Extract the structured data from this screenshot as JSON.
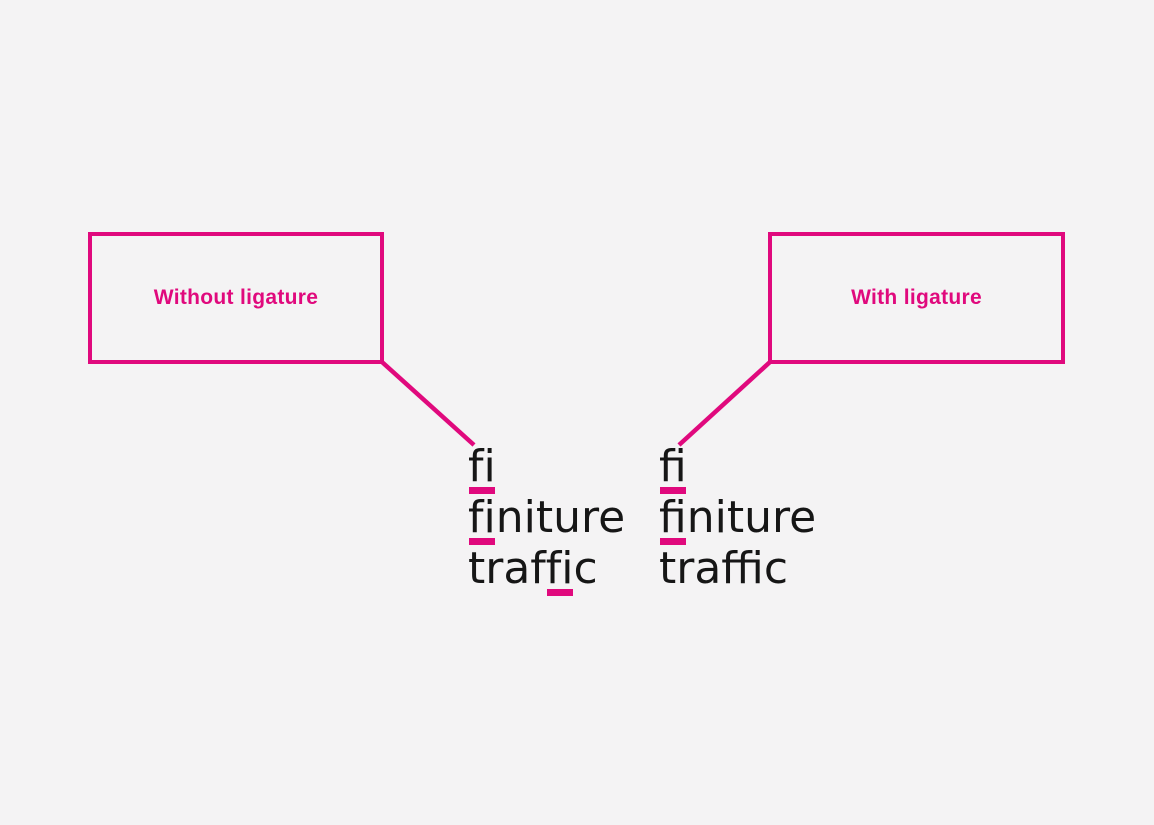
{
  "colors": {
    "accent": "#E0097D",
    "background": "#F4F3F4",
    "text": "#161616"
  },
  "boxes": {
    "without": {
      "label": "Without ligature"
    },
    "with": {
      "label": "With ligature"
    }
  },
  "samples": {
    "without": {
      "rows": [
        {
          "pre": "",
          "hl": "fi",
          "post": ""
        },
        {
          "pre": "",
          "hl": "fi",
          "post": "niture"
        },
        {
          "pre": "traf",
          "hl": "fi",
          "post": "c"
        }
      ]
    },
    "with": {
      "rows": [
        {
          "pre": "",
          "hl": "fi",
          "post": ""
        },
        {
          "pre": "",
          "hl": "fi",
          "post": "niture"
        },
        {
          "pre": "traf",
          "hl": "fi",
          "post": "c"
        }
      ]
    }
  }
}
